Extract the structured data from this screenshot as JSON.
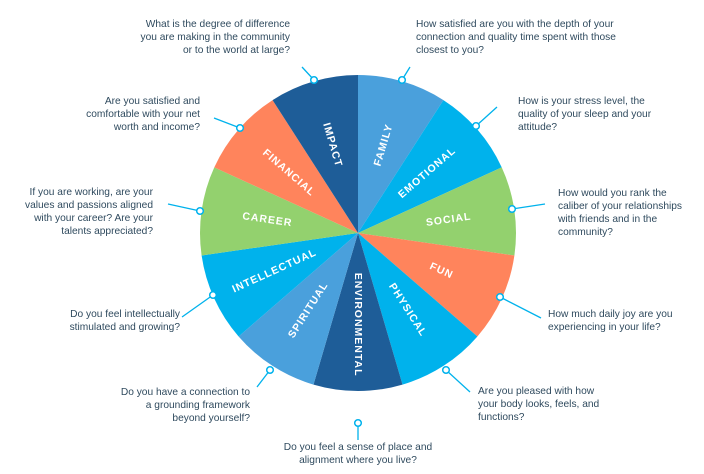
{
  "segments": [
    {
      "label": "FAMILY",
      "color": "#4aa0dc",
      "question": "How satisfied are you with the depth of your connection and quality time spent with those closest to you?"
    },
    {
      "label": "EMOTIONAL",
      "color": "#00b2ec",
      "question": "How is your stress level, the quality of your sleep and your attitude?"
    },
    {
      "label": "SOCIAL",
      "color": "#93d16e",
      "question": "How would you rank the caliber of your relationships with friends and in the community?"
    },
    {
      "label": "FUN",
      "color": "#ff845c",
      "question": "How much daily joy are you experiencing in your life?"
    },
    {
      "label": "PHYSICAL",
      "color": "#00b2ec",
      "question": "Are you pleased with how your body looks, feels, and functions?"
    },
    {
      "label": "ENVIRONMENTAL",
      "color": "#1e5d98",
      "question": "Do you feel a sense of place and alignment where you live?"
    },
    {
      "label": "SPIRITUAL",
      "color": "#4aa0dc",
      "question": "Do you have a connection to a grounding framework beyond yourself?"
    },
    {
      "label": "INTELLECTUAL",
      "color": "#00b2ec",
      "question": "Do you feel intellectually stimulated and growing?"
    },
    {
      "label": "CAREER",
      "color": "#93d16e",
      "question": "If you are working, are your values and passions aligned with your career? Are your talents appreciated?"
    },
    {
      "label": "FINANCIAL",
      "color": "#ff845c",
      "question": "Are you satisfied and comfortable with your net worth and income?"
    },
    {
      "label": "IMPACT",
      "color": "#1e5d98",
      "question": "What is the degree of difference you are making in the community or to the world at large?"
    }
  ],
  "leader_color": "#00b2ec"
}
